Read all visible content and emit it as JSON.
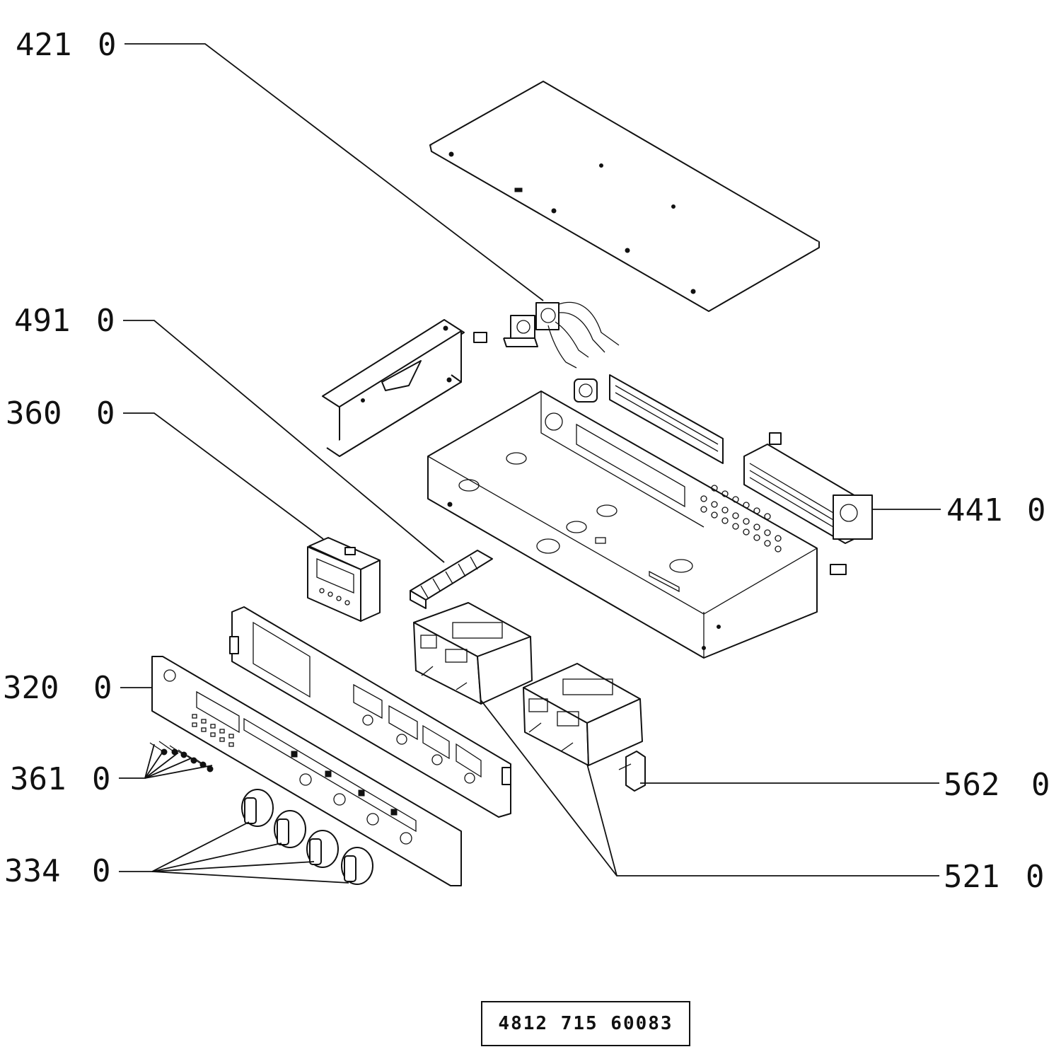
{
  "callouts": [
    {
      "id": "421",
      "code": "421",
      "suffix": "0"
    },
    {
      "id": "491",
      "code": "491",
      "suffix": "0"
    },
    {
      "id": "360",
      "code": "360",
      "suffix": "0"
    },
    {
      "id": "320",
      "code": "320",
      "suffix": "0"
    },
    {
      "id": "361",
      "code": "361",
      "suffix": "0"
    },
    {
      "id": "334",
      "code": "334",
      "suffix": "0"
    },
    {
      "id": "441",
      "code": "441",
      "suffix": "0"
    },
    {
      "id": "562",
      "code": "562",
      "suffix": "0"
    },
    {
      "id": "521",
      "code": "521",
      "suffix": "0"
    }
  ],
  "reference_number": "4812 715 60083",
  "colors": {
    "ink": "#111111",
    "paper": "#ffffff"
  }
}
